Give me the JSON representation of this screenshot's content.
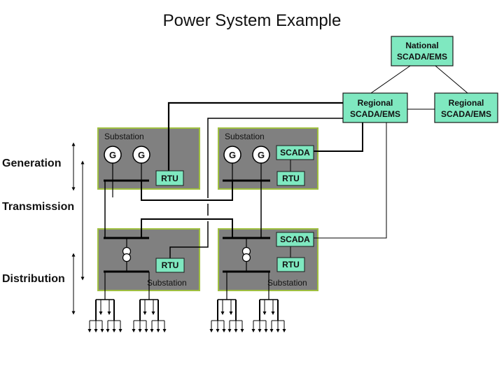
{
  "title": "Power System Example",
  "colors": {
    "substation_fill": "#808080",
    "substation_border": "#9fbf3f",
    "scada_fill": "#7fe8c0",
    "scada_border": "#1a1a1a",
    "line": "#000000",
    "generator_fill": "#ffffff"
  },
  "control_centers": {
    "national": {
      "line1": "National",
      "line2": "SCADA/EMS"
    },
    "regional_left": {
      "line1": "Regional",
      "line2": "SCADA/EMS"
    },
    "regional_right": {
      "line1": "Regional",
      "line2": "SCADA/EMS"
    }
  },
  "levels": {
    "generation": "Generation",
    "transmission": "Transmission",
    "distribution": "Distribution"
  },
  "substations": {
    "gen_left": {
      "label": "Substation",
      "generators": [
        "G",
        "G"
      ],
      "rtu": "RTU"
    },
    "gen_right": {
      "label": "Substation",
      "generators": [
        "G",
        "G"
      ],
      "scada": "SCADA",
      "rtu": "RTU"
    },
    "dist_left": {
      "label": "Substation",
      "rtu": "RTU"
    },
    "dist_right": {
      "label": "Substation",
      "scada": "SCADA",
      "rtu": "RTU"
    }
  }
}
